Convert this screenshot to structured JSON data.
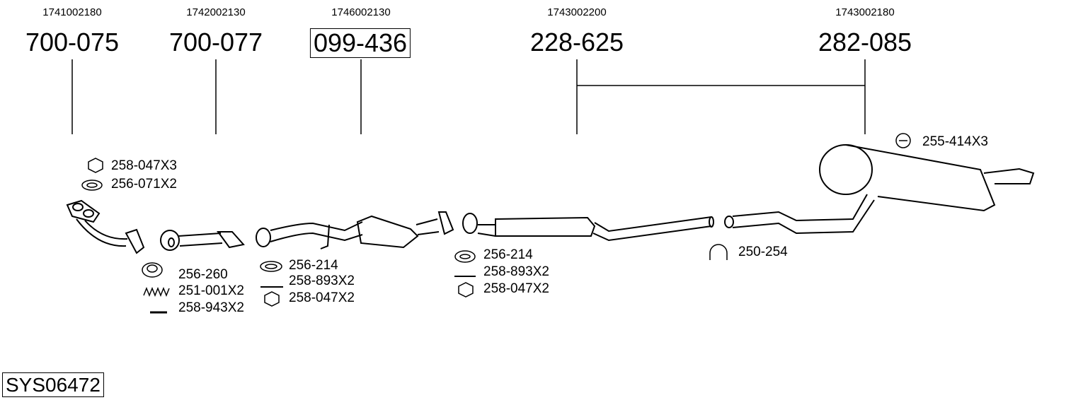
{
  "assemblies": [
    {
      "article": "1741002180",
      "code": "700-075",
      "boxed": false
    },
    {
      "article": "1742002130",
      "code": "700-077",
      "boxed": false
    },
    {
      "article": "1746002130",
      "code": "099-436",
      "boxed": true
    },
    {
      "article": "1743002200",
      "code": "228-625",
      "boxed": false
    },
    {
      "article": "1743002180",
      "code": "282-085",
      "boxed": false
    }
  ],
  "parts": [
    {
      "label": "258-047X3",
      "icon": "nut-icon"
    },
    {
      "label": "256-071X2",
      "icon": "gasket-ring-icon"
    },
    {
      "label": "256-260",
      "icon": "cone-gasket-icon"
    },
    {
      "label": "251-001X2",
      "icon": "spring-icon"
    },
    {
      "label": "258-943X2",
      "icon": "bolt-icon"
    },
    {
      "label": "256-214",
      "icon": "gasket-ring-icon"
    },
    {
      "label": "258-893X2",
      "icon": "bolt-icon"
    },
    {
      "label": "258-047X2",
      "icon": "nut-icon"
    },
    {
      "label": "256-214",
      "icon": "gasket-ring-icon"
    },
    {
      "label": "258-893X2",
      "icon": "bolt-icon"
    },
    {
      "label": "258-047X2",
      "icon": "nut-icon"
    },
    {
      "label": "250-254",
      "icon": "clamp-icon"
    },
    {
      "label": "255-414X3",
      "icon": "rubber-hanger-icon"
    }
  ],
  "system_code": "SYS06472"
}
